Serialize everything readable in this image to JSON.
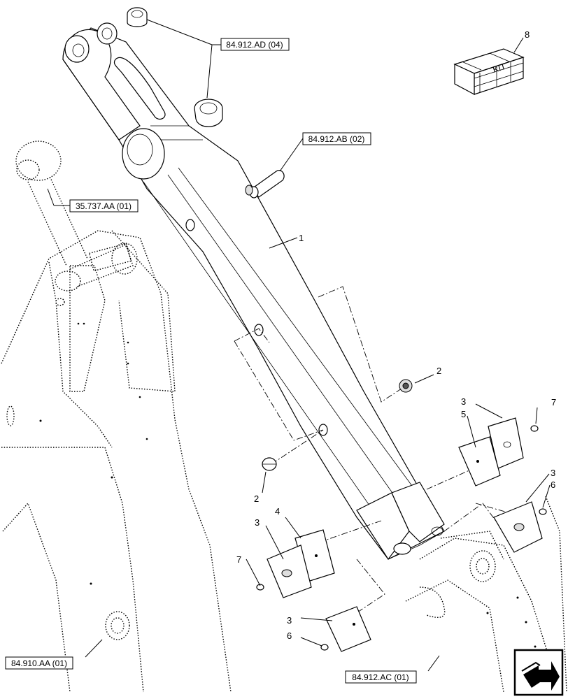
{
  "references": {
    "ad": "84.912.AD (04)",
    "ab": "84.912.AB (02)",
    "link": "35.737.AA (01)",
    "boom": "84.910.AA (01)",
    "bucket": "84.912.AC (01)"
  },
  "callouts": {
    "arm": "1",
    "plug_a": "2",
    "plug_b": "2",
    "pad_a": "3",
    "pad_b": "3",
    "pad_c": "3",
    "pad_d": "3",
    "shim_a": "4",
    "shim_b": "5",
    "screw_a": "6",
    "screw_b": "6",
    "screw_c": "7",
    "screw_d": "7",
    "kit": "8"
  },
  "crate_marking": "KIT",
  "nav_icon": "next-page-arrow-icon",
  "colors": {
    "line": "#000000",
    "background": "#ffffff",
    "shade": "#dedede"
  }
}
